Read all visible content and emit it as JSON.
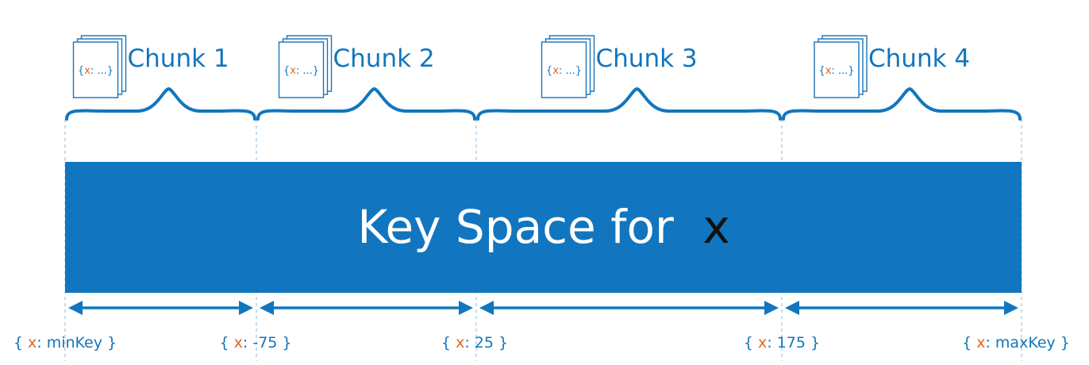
{
  "colors": {
    "primary_blue": "#1276bd",
    "bar_fill": "#1176bf",
    "bar_text": "#ffffff",
    "variable_orange": "#e8651c",
    "variable_black": "#111111",
    "doc_stroke": "#1a73b8",
    "divider": "#9cc6e6"
  },
  "bar": {
    "text_main": "Key Space for",
    "text_variable": "x"
  },
  "chunks": [
    {
      "title": "Chunk 1",
      "doc": {
        "open": "{",
        "field": "x",
        "rest": ": ...}"
      }
    },
    {
      "title": "Chunk 2",
      "doc": {
        "open": "{",
        "field": "x",
        "rest": ": ...}"
      }
    },
    {
      "title": "Chunk 3",
      "doc": {
        "open": "{",
        "field": "x",
        "rest": ": ...}"
      }
    },
    {
      "title": "Chunk 4",
      "doc": {
        "open": "{",
        "field": "x",
        "rest": ": ...}"
      }
    }
  ],
  "boundaries": [
    {
      "open": "{ ",
      "field": "x",
      "value": ": minKey }"
    },
    {
      "open": "{ ",
      "field": "x",
      "value": ": -75 }"
    },
    {
      "open": "{ ",
      "field": "x",
      "value": ": 25 }"
    },
    {
      "open": "{ ",
      "field": "x",
      "value": ": 175 }"
    },
    {
      "open": "{ ",
      "field": "x",
      "value": ": maxKey }"
    }
  ],
  "icons": {
    "document_stack": "document-stack-icon",
    "curly_brace": "curly-brace",
    "double_arrow": "double-arrow"
  }
}
